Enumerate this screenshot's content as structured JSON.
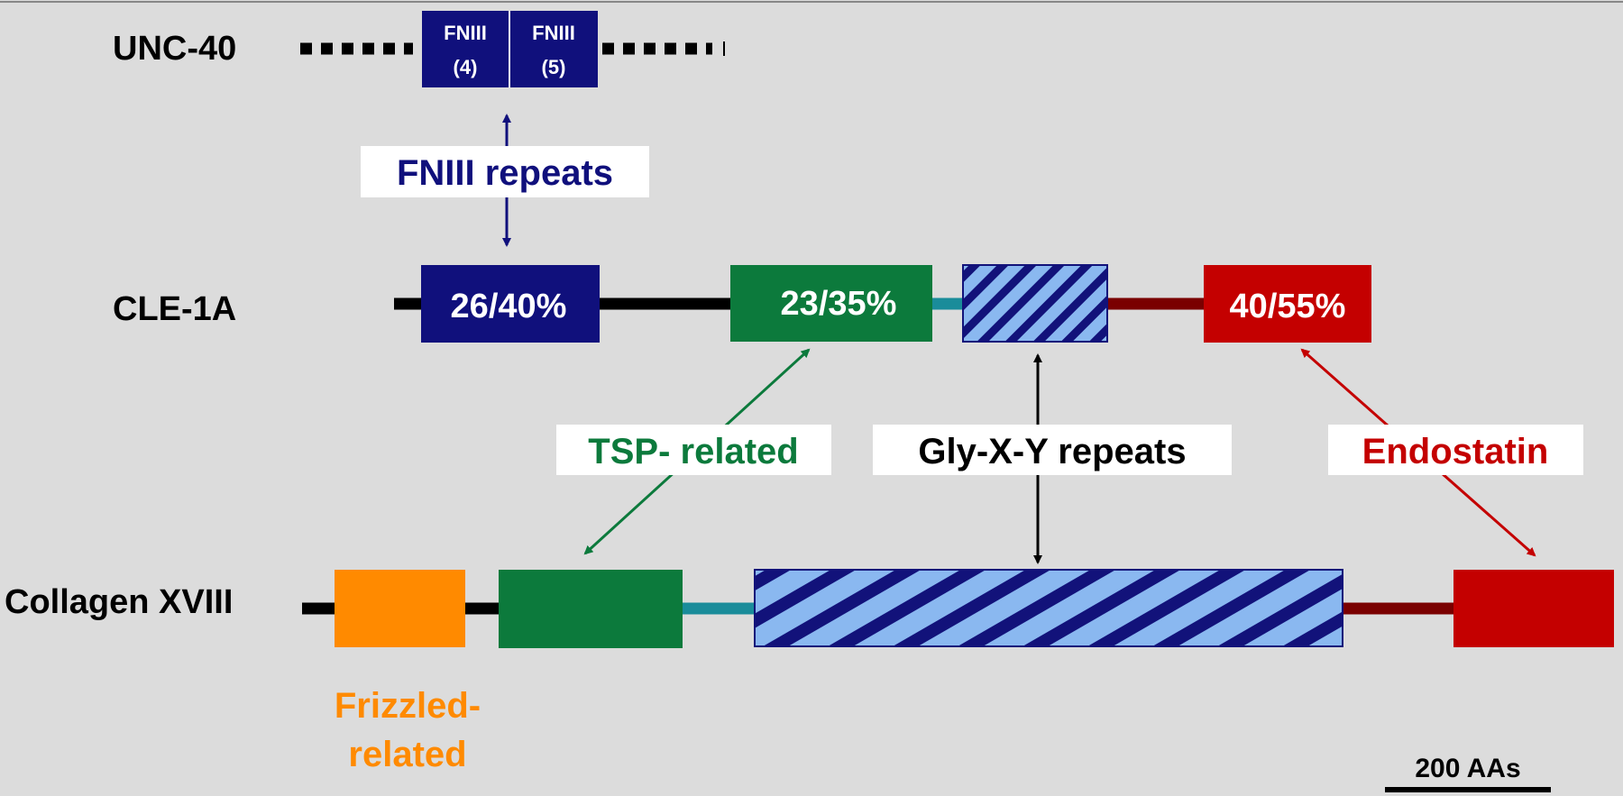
{
  "proteins": {
    "unc40": "UNC-40",
    "cle1a": "CLE-1A",
    "collagen": "Collagen XVIII"
  },
  "unc40_domains": {
    "fn4_name": "FNIII",
    "fn4_num": "(4)",
    "fn5_name": "FNIII",
    "fn5_num": "(5)"
  },
  "cle1a_domains": {
    "fn_identity": "26/40%",
    "tsp_identity": "23/35%",
    "endo_identity": "40/55%"
  },
  "labels": {
    "fn3_repeats": "FNIII repeats",
    "tsp_related": "TSP- related",
    "gly_repeats": "Gly-X-Y repeats",
    "endostatin": "Endostatin",
    "frizzled_1": "Frizzled-",
    "frizzled_2": "related"
  },
  "scale_bar": {
    "label": "200 AAs"
  },
  "colors": {
    "background": "#dcdcdc",
    "fn3_blue": "#10107c",
    "tsp_green": "#0c7a3c",
    "collagen_hatch_light": "#8ab8f0",
    "collagen_hatch_dark": "#12127a",
    "endostatin_red": "#c40000",
    "frizzled_orange": "#ff8a00",
    "teal_linker": "#1a8c9a",
    "darkred_linker": "#7a0000",
    "line_black": "#000000"
  }
}
